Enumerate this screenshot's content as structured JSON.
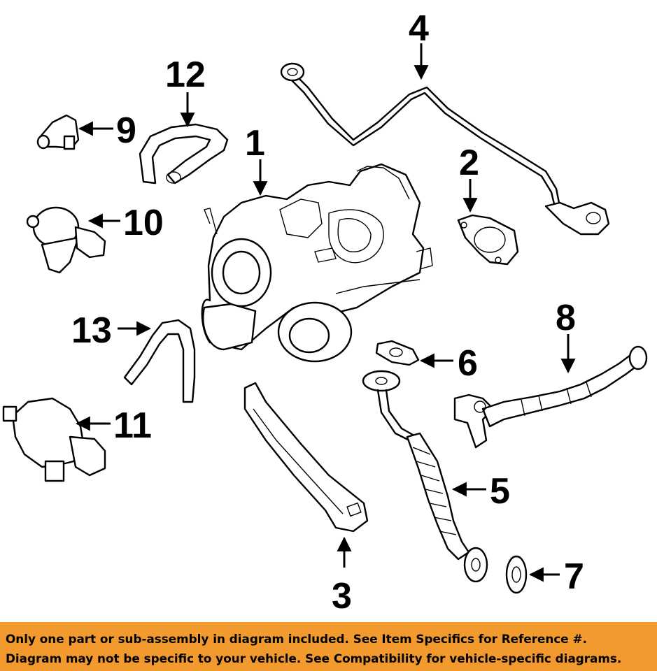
{
  "diagram": {
    "callouts": [
      {
        "id": "1",
        "label": "1"
      },
      {
        "id": "2",
        "label": "2"
      },
      {
        "id": "3",
        "label": "3"
      },
      {
        "id": "4",
        "label": "4"
      },
      {
        "id": "5",
        "label": "5"
      },
      {
        "id": "6",
        "label": "6"
      },
      {
        "id": "7",
        "label": "7"
      },
      {
        "id": "8",
        "label": "8"
      },
      {
        "id": "9",
        "label": "9"
      },
      {
        "id": "10",
        "label": "10"
      },
      {
        "id": "11",
        "label": "11"
      },
      {
        "id": "12",
        "label": "12"
      },
      {
        "id": "13",
        "label": "13"
      }
    ]
  },
  "disclaimer": {
    "line1": "Only one part or sub-assembly in diagram included. See Item Specifics for Reference #.",
    "line2": "Diagram may not be specific to your vehicle. See Compatibility for vehicle-specific diagrams.",
    "background_color": "#F29A2E"
  }
}
